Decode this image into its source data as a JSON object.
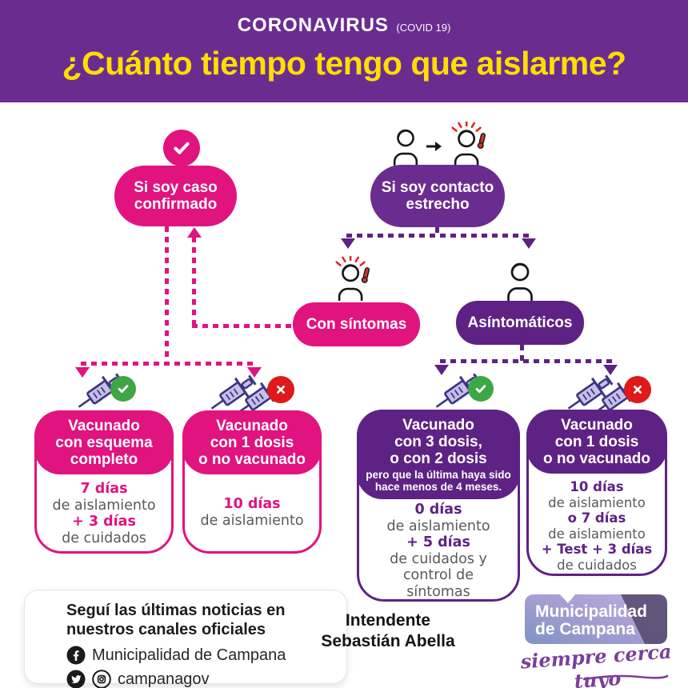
{
  "colors": {
    "pink": "#E0137F",
    "purple": "#6A2D8F",
    "purple_deep": "#5E2284",
    "yellow": "#FFDE00",
    "gray_text": "#58595B",
    "green_check": "#3FA646",
    "red_cross": "#E0191B",
    "syringe_fill": "#C7BEE9",
    "syringe_stroke": "#3B3580",
    "logo_blue": "#8094C2",
    "logo_lavender": "#B7ABDC",
    "logo_dark": "#564A6F",
    "tagline_purple": "#7B3F98"
  },
  "header": {
    "brand": "CORONAVIRUS",
    "covid_tag": "(COVID 19)",
    "title": "¿Cuánto tiempo tengo que aislarme?"
  },
  "flow": {
    "confirmed": {
      "lines": [
        "Si soy caso",
        "confirmado"
      ]
    },
    "contact": {
      "lines": [
        "Si soy contacto",
        "estrecho"
      ]
    },
    "symptoms": {
      "label": "Con síntomas"
    },
    "asymptomatic": {
      "label": "Asíntomáticos"
    }
  },
  "outcomes": {
    "complete": {
      "header": [
        "Vacunado",
        "con esquema",
        "completo"
      ],
      "body": [
        "7 días",
        "de aislamiento",
        "+ 3 días",
        "de cuidados"
      ]
    },
    "one_dose_left": {
      "header": [
        "Vacunado",
        "con 1 dosis",
        "o no vacunado"
      ],
      "body": [
        "10 días",
        "de aislamiento"
      ]
    },
    "three_doses": {
      "header": [
        "Vacunado",
        "con 3 dosis,",
        "o con 2 dosis"
      ],
      "note": [
        "pero que la última haya sido",
        "hace menos de 4 meses."
      ],
      "body": [
        "0 días",
        "de aislamiento",
        "+ 5 días",
        "de cuidados y",
        "control de",
        "síntomas"
      ]
    },
    "one_dose_right": {
      "header": [
        "Vacunado",
        "con 1 dosis",
        "o no vacunado"
      ],
      "body": [
        "10 días",
        "de aislamiento",
        "o 7 días",
        "de aislamiento",
        "+ Test + 3 días",
        "de cuidados"
      ]
    }
  },
  "footer": {
    "news": {
      "lines": [
        "Seguí las últimas noticias en",
        "nuestros canales oficiales"
      ],
      "facebook": "Municipalidad de Campana",
      "handle": "campanagov"
    },
    "signature": {
      "lines": [
        "Intendente",
        "Sebastián Abella"
      ]
    },
    "logo": {
      "lines": [
        "Municipalidad",
        "de Campana"
      ],
      "tagline": "siempre cerca tuyo"
    }
  }
}
